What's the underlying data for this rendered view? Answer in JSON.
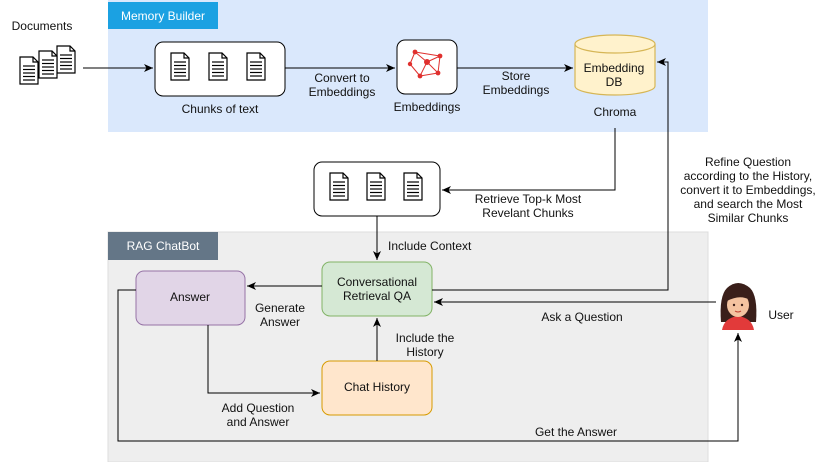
{
  "groups": {
    "memory_builder": "Memory Builder",
    "rag_chatbot": "RAG ChatBot"
  },
  "labels": {
    "documents": "Documents",
    "chunks_of_text": "Chunks of text",
    "convert_to_embeddings": [
      "Convert to",
      "Embeddings"
    ],
    "embeddings": "Embeddings",
    "store_embeddings": [
      "Store",
      "Embeddings"
    ],
    "embedding_db": [
      "Embedding",
      "DB"
    ],
    "chroma": "Chroma",
    "refine_question": [
      "Refine Question",
      "according to the History,",
      "convert it to Embeddings,",
      "and search the Most",
      "Similar Chunks"
    ],
    "retrieve_top_k": [
      "Retrieve Top-k Most",
      "Revelant Chunks"
    ],
    "include_context": "Include Context",
    "conversational_qa": [
      "Conversational",
      "Retrieval QA"
    ],
    "answer": "Answer",
    "generate_answer": [
      "Generate",
      "Answer"
    ],
    "include_history": [
      "Include the",
      "History"
    ],
    "ask_question": "Ask a Question",
    "user": "User",
    "chat_history": "Chat History",
    "add_question_answer": [
      "Add Question",
      "and Answer"
    ],
    "get_answer": "Get the Answer"
  },
  "colors": {
    "memory_region": "#dae8fc",
    "memory_tab": "#1ba1e2",
    "chat_region": "#eeeeee",
    "chat_tab": "#647687",
    "answer_fill": "#e1d5e7",
    "answer_stroke": "#9673a6",
    "qa_fill": "#d5e8d4",
    "qa_stroke": "#82b366",
    "history_fill": "#ffe6cc",
    "history_stroke": "#d79b00",
    "db_fill": "#fff2cc",
    "db_stroke": "#d6b656",
    "embed_node": "#e0302e"
  },
  "icons": {
    "documents": "document-stack-icon",
    "embeddings": "network-graph-icon",
    "database": "cylinder-database-icon",
    "user": "woman-avatar-icon"
  }
}
